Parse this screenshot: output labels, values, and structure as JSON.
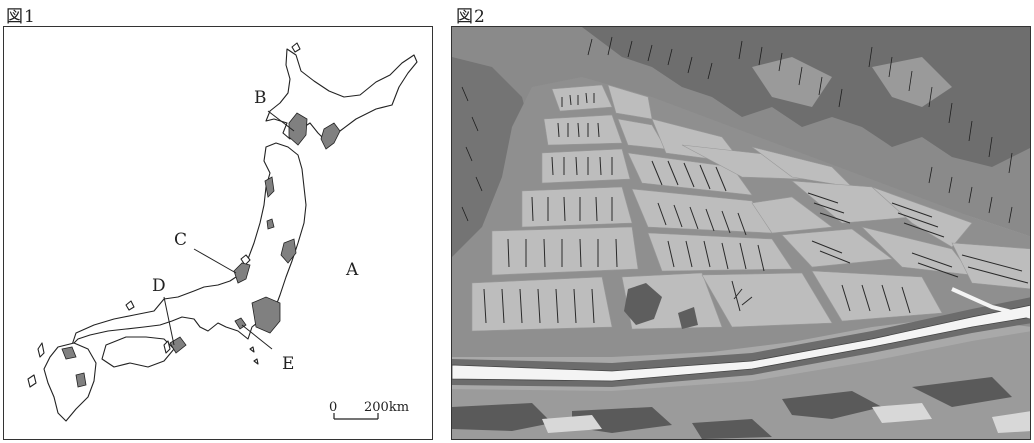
{
  "figure1": {
    "title": "図1",
    "labels": {
      "A": "A",
      "B": "B",
      "C": "C",
      "D": "D",
      "E": "E"
    },
    "scale": {
      "zero": "0",
      "distance": "200km"
    }
  },
  "figure2": {
    "title": "図2"
  },
  "colors": {
    "land": "#ffffff",
    "region_fill": "#808080",
    "outline": "#222222",
    "field": "#bdbdbd",
    "levee": "#8c8c8c",
    "mountain_dark": "#6e6e6e",
    "river": "#f4f4f4"
  }
}
